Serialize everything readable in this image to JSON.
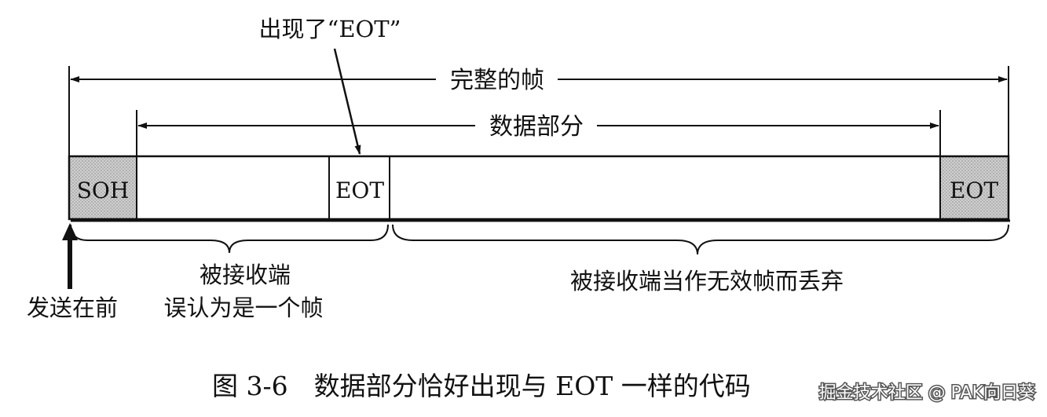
{
  "annotation_top": "出现了“EOT”",
  "full_frame_label": "完整的帧",
  "data_part_label": "数据部分",
  "cells": {
    "soh": "SOH",
    "eot_inner": "EOT",
    "eot_end": "EOT"
  },
  "left_brace_label": {
    "line1": "被接收端",
    "line2": "误认为是一个帧"
  },
  "right_brace_label": "被接收端当作无效帧而丢弃",
  "send_first_label": "发送在前",
  "caption": "图 3-6　数据部分恰好出现与 EOT 一样的代码",
  "watermark": "掘金技术社区 @ PAK向日葵",
  "colors": {
    "shaded": "#c9c9c9",
    "line": "#111111"
  }
}
